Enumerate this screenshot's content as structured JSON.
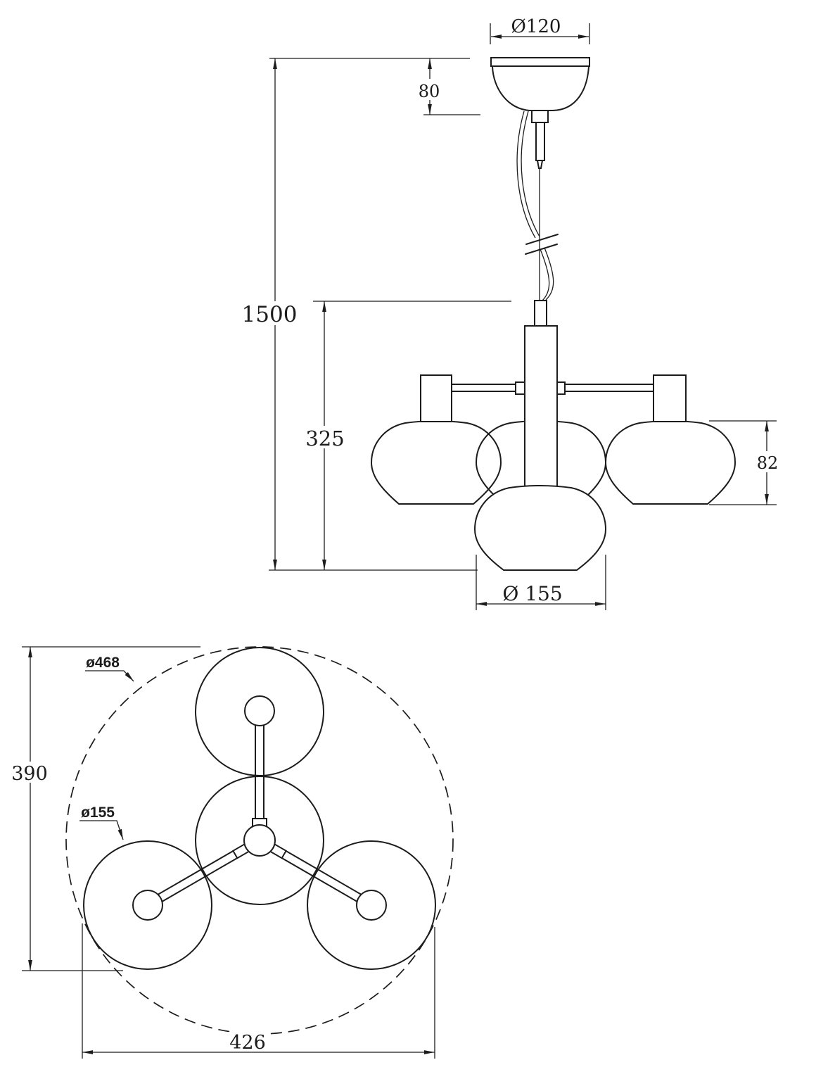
{
  "side_view": {
    "canopy_diameter_label": "Ø120",
    "canopy_height_label": "80",
    "total_height_label": "1500",
    "body_drop_label": "325",
    "shade_height_label": "82",
    "shade_diameter_label": "Ø 155"
  },
  "plan_view": {
    "outer_diameter_label": "ø468",
    "shade_diameter_label": "ø155",
    "vertical_extent_label": "390",
    "horizontal_extent_label": "426"
  },
  "colors": {
    "line": "#1c1c1c",
    "background": "#ffffff"
  }
}
